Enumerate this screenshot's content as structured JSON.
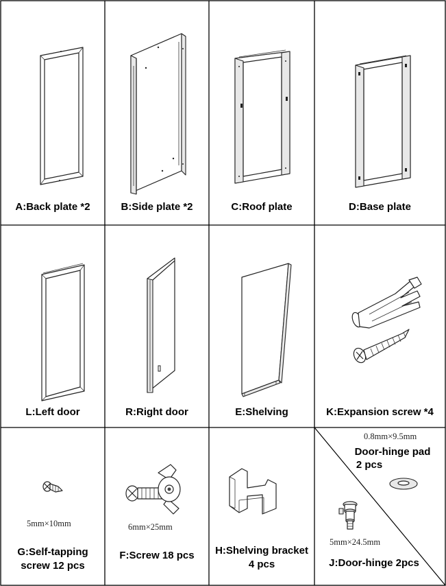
{
  "parts": [
    {
      "prefix": "A",
      "sep": ":",
      "name": "Back plate *2"
    },
    {
      "prefix": "B",
      "sep": ":",
      "name": "Side plate *2"
    },
    {
      "prefix": "C",
      "sep": ":",
      "name": "Roof plate"
    },
    {
      "prefix": "D",
      "sep": ":",
      "name": "Base plate"
    },
    {
      "prefix": "L",
      "sep": ":",
      "name": "Left door"
    },
    {
      "prefix": "R",
      "sep": ":",
      "name": "Right door"
    },
    {
      "prefix": "E",
      "sep": ":",
      "name": "Shelving"
    },
    {
      "prefix": "K",
      "sep": ":",
      "name": "Expansion screw *4"
    }
  ],
  "hardware": {
    "self_tapping": {
      "dimension": "5mm×10mm",
      "line1": "G:Self-tapping",
      "line2": "screw 12 pcs"
    },
    "screw": {
      "dimension": "6mm×25mm",
      "label": "F:Screw 18 pcs"
    },
    "bracket": {
      "line1": "H:Shelving bracket",
      "line2": "4 pcs"
    },
    "hinge_pad": {
      "dimension": "0.8mm×9.5mm",
      "line1": "Door-hinge pad",
      "line2": "2 pcs"
    },
    "door_hinge": {
      "dimension": "5mm×24.5mm",
      "label": "J:Door-hinge 2pcs"
    }
  },
  "colors": {
    "border": "#000000",
    "drawing": "#222222",
    "background": "#ffffff"
  }
}
